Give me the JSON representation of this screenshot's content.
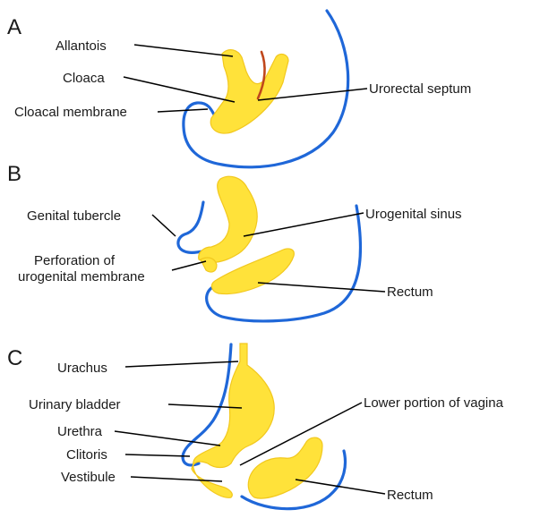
{
  "panels": {
    "a": {
      "letter": "A",
      "labels": {
        "allantois": "Allantois",
        "cloaca": "Cloaca",
        "cloacal_membrane": "Cloacal membrane",
        "urorectal_septum": "Urorectal septum"
      }
    },
    "b": {
      "letter": "B",
      "labels": {
        "genital_tubercle": "Genital tubercle",
        "perforation_line1": "Perforation of",
        "perforation_line2": "urogenital membrane",
        "urogenital_sinus": "Urogenital sinus",
        "rectum": "Rectum"
      }
    },
    "c": {
      "letter": "C",
      "labels": {
        "urachus": "Urachus",
        "urinary_bladder": "Urinary bladder",
        "urethra": "Urethra",
        "clitoris": "Clitoris",
        "vestibule": "Vestibule",
        "lower_vagina": "Lower portion of vagina",
        "rectum": "Rectum"
      }
    }
  },
  "colors": {
    "wall": "#1f67d8",
    "structure_fill": "#ffe23a",
    "septum": "#c0471c",
    "leader": "#000000"
  }
}
